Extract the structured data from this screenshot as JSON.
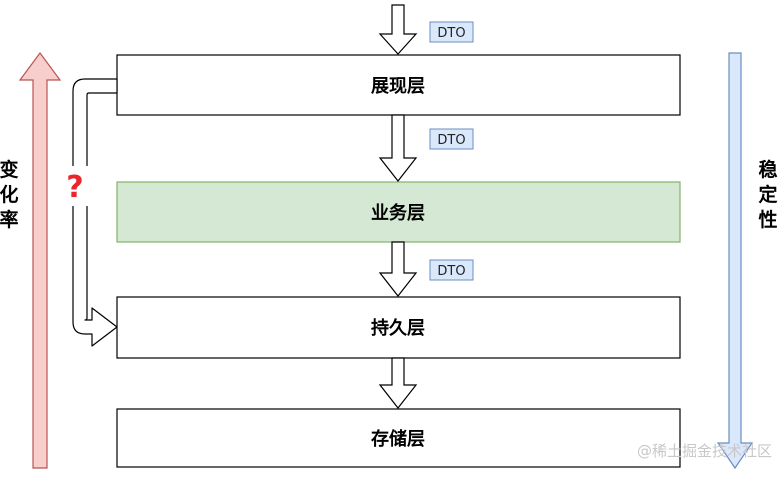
{
  "layers": [
    {
      "label": "展现层"
    },
    {
      "label": "业务层"
    },
    {
      "label": "持久层"
    },
    {
      "label": "存储层"
    }
  ],
  "dto_tags": [
    "DTO",
    "DTO",
    "DTO"
  ],
  "left_axis": {
    "label_chars": [
      "变",
      "化",
      "率"
    ]
  },
  "right_axis": {
    "label_chars": [
      "稳",
      "定",
      "性"
    ]
  },
  "question_mark": "?",
  "watermark": "@稀土掘金技术社区",
  "colors": {
    "layer_fill": "#ffffff",
    "business_fill": "#d5e8d4",
    "business_stroke": "#82b366",
    "dto_fill": "#dae8fc",
    "dto_stroke": "#6c8ebf",
    "left_arrow_fill": "#f8cecc",
    "left_arrow_stroke": "#b85450",
    "right_arrow_fill": "#dae8fc",
    "right_arrow_stroke": "#6c8ebf",
    "question_color": "#e8262b"
  }
}
